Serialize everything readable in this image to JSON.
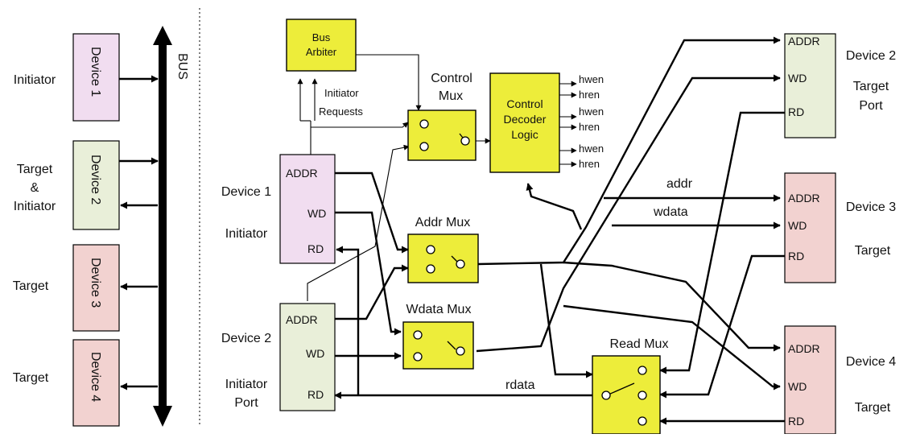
{
  "bus": {
    "label": "BUS"
  },
  "left": {
    "roles": [
      "Initiator",
      "Target",
      "&",
      "Initiator",
      "Target",
      "Target"
    ],
    "devices": [
      "Device 1",
      "Device 2",
      "Device 3",
      "Device 4"
    ]
  },
  "blocks": {
    "bus_arbiter": [
      "Bus",
      "Arbiter"
    ],
    "initiator_requests": [
      "Initiator",
      "Requests"
    ],
    "control_mux": [
      "Control",
      "Mux"
    ],
    "control_decoder": [
      "Control",
      "Decoder",
      "Logic"
    ],
    "addr_mux": "Addr Mux",
    "wdata_mux": "Wdata Mux",
    "read_mux": "Read Mux"
  },
  "decoder_outputs": [
    "hwen",
    "hren",
    "hwen",
    "hren",
    "hwen",
    "hren"
  ],
  "initiators": {
    "device1": {
      "name": "Device 1",
      "role": "Initiator",
      "ports": [
        "ADDR",
        "WD",
        "RD"
      ]
    },
    "device2": {
      "name": "Device 2",
      "role1": "Initiator",
      "role2": "Port",
      "ports": [
        "ADDR",
        "WD",
        "RD"
      ]
    }
  },
  "targets": {
    "device2": {
      "name": "Device 2",
      "role1": "Target",
      "role2": "Port",
      "ports": [
        "ADDR",
        "WD",
        "RD"
      ]
    },
    "device3": {
      "name": "Device 3",
      "role": "Target",
      "ports": [
        "ADDR",
        "WD",
        "RD"
      ]
    },
    "device4": {
      "name": "Device 4",
      "role": "Target",
      "ports": [
        "ADDR",
        "WD",
        "RD"
      ]
    }
  },
  "signals": {
    "addr": "addr",
    "wdata": "wdata",
    "rdata": "rdata"
  },
  "colors": {
    "mux_fill": "#eded3a",
    "device_pink": "#f1ddf0",
    "device_green": "#e9efd9",
    "device_red": "#f2d2d0"
  }
}
